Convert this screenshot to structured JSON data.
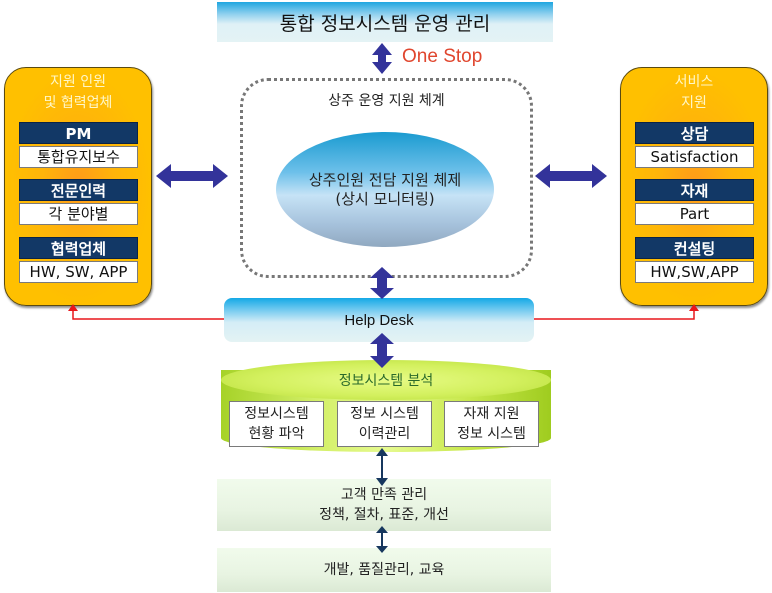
{
  "header": {
    "title": "통합 정보시스템 운영 관리",
    "connector_label": "One Stop"
  },
  "left_panel": {
    "title_line1": "지원 인원",
    "title_line2": "및 협력업체",
    "groups": [
      {
        "heading": "PM",
        "detail": "통합유지보수"
      },
      {
        "heading": "전문인력",
        "detail": "각 분야별"
      },
      {
        "heading": "협력업체",
        "detail": "HW, SW, APP"
      }
    ]
  },
  "right_panel": {
    "title_line1": "서비스",
    "title_line2": "지원",
    "groups": [
      {
        "heading": "상담",
        "detail": "Satisfaction"
      },
      {
        "heading": "자재",
        "detail": "Part"
      },
      {
        "heading": "컨설팅",
        "detail": "HW,SW,APP"
      }
    ]
  },
  "center": {
    "frame_title": "상주 운영 지원 체계",
    "core_line1": "상주인원 전담 지원 체제",
    "core_line2": "(상시 모니터링)"
  },
  "helpdesk": {
    "label": "Help Desk"
  },
  "analysis": {
    "title": "정보시스템 분석",
    "boxes": [
      {
        "line1": "정보시스템",
        "line2": "현황 파악"
      },
      {
        "line1": "정보 시스템",
        "line2": "이력관리"
      },
      {
        "line1": "자재 지원",
        "line2": "정보 시스템"
      }
    ]
  },
  "customer": {
    "line1": "고객 만족 관리",
    "line2": "정책, 절차, 표준, 개선"
  },
  "foundation": {
    "label": "개발, 품질관리, 교육"
  },
  "colors": {
    "navy_arrow": "#33339a",
    "dark_arrow": "#17375e",
    "red_line": "#e8171c",
    "panel_orange": "#ffc000",
    "heading_navy": "#123866",
    "onestop_red": "#e0462e"
  }
}
